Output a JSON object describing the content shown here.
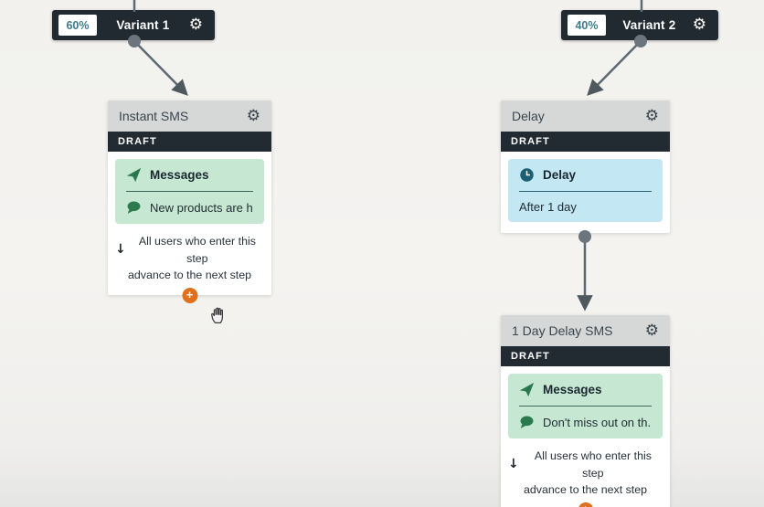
{
  "canvas": {
    "bg_top": "#f2f1ee",
    "bg_bottom": "#e5e5e3"
  },
  "connector": {
    "line_color": "#5d6972",
    "dot_color": "#6c757e",
    "arrow_color": "#4d585f"
  },
  "icons": {
    "gear": "⚙",
    "plus": "+",
    "down_arrow": "↓",
    "gear_name": "gear-icon",
    "messages_name": "paper-plane-icon",
    "preview_name": "chat-bubble-icon",
    "delay_name": "clock-icon"
  },
  "variants": [
    {
      "percent": "60%",
      "label": "Variant 1"
    },
    {
      "percent": "40%",
      "label": "Variant 2"
    }
  ],
  "cards": {
    "instant_sms": {
      "title": "Instant SMS",
      "status": "DRAFT",
      "message": {
        "heading": "Messages",
        "preview": "New products are h..."
      },
      "footer": {
        "line1": "All users who enter this step",
        "line2": "advance to the next step"
      }
    },
    "delay": {
      "title": "Delay",
      "status": "DRAFT",
      "message": {
        "heading": "Delay",
        "preview": "After 1 day"
      }
    },
    "day_delay_sms": {
      "title": "1 Day Delay SMS",
      "status": "DRAFT",
      "message": {
        "heading": "Messages",
        "preview": "Don't miss out on th..."
      },
      "footer": {
        "line1": "All users who enter this step",
        "line2": "advance to the next step"
      }
    }
  },
  "colors": {
    "accent_orange": "#e0701c",
    "badge_bg": "#212a31",
    "percent_text": "#3e7b8d",
    "draft_bg": "#222b32",
    "messages_box_bg": "#c6e8d2",
    "messages_icon": "#2b7b4f",
    "delay_box_bg": "#c3e7f3",
    "delay_icon": "#1b5f73",
    "header_bg": "#d6d8d7"
  }
}
